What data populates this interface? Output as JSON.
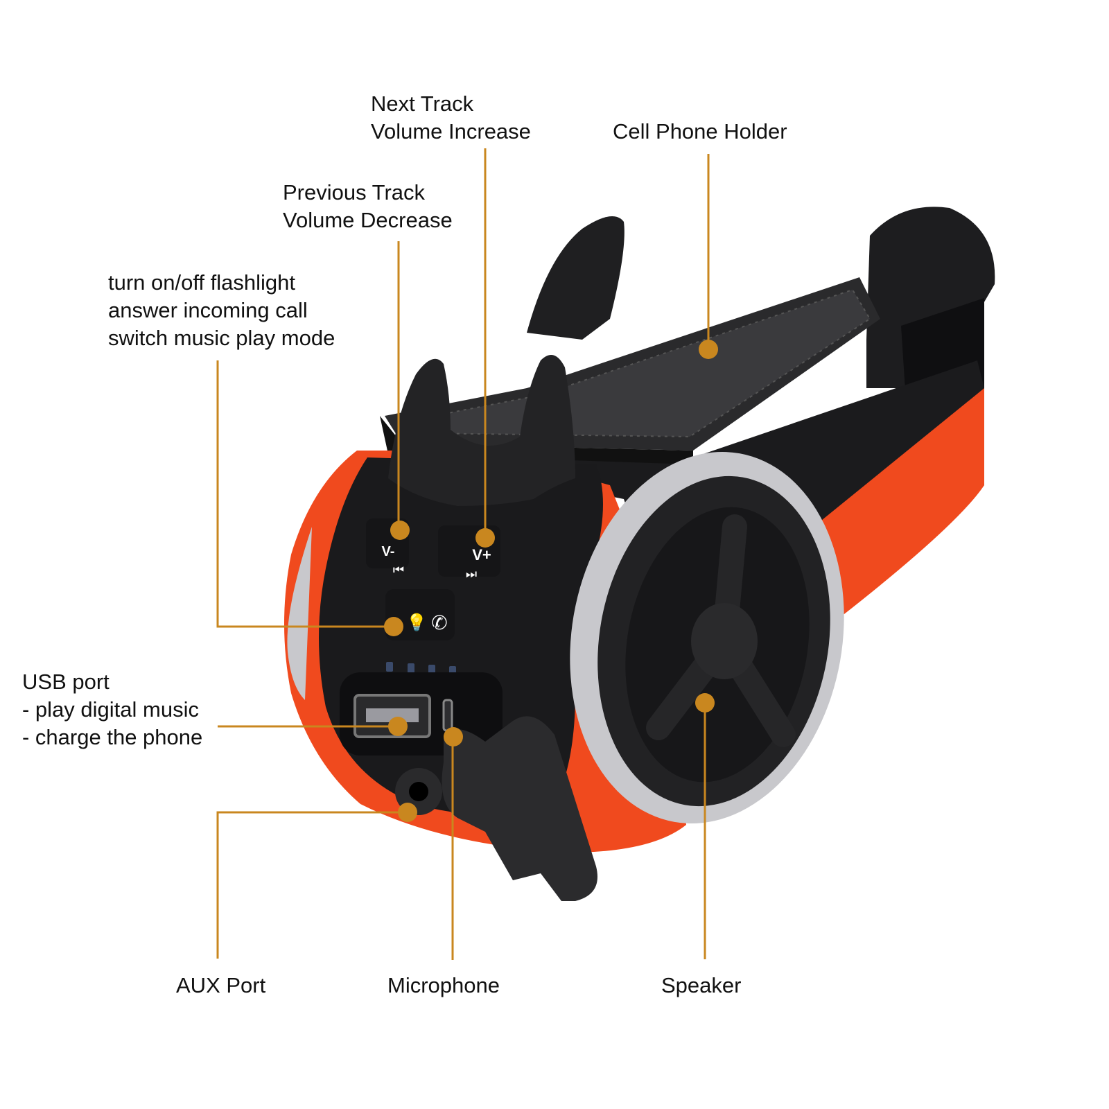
{
  "colors": {
    "leader": "#c9871f",
    "body_orange": "#f04a1e",
    "body_black": "#1b1b1d",
    "trim_silver": "#c8c8cc",
    "text": "#111111"
  },
  "labels": {
    "next_track": [
      "Next Track",
      "Volume Increase"
    ],
    "cell_phone_holder": [
      "Cell Phone Holder"
    ],
    "previous_track": [
      "Previous Track",
      "Volume Decrease"
    ],
    "flashlight": [
      "turn on/off flashlight",
      "answer incoming call",
      "switch music play mode"
    ],
    "usb_port": [
      "USB port",
      "- play digital music",
      "- charge the phone"
    ],
    "aux_port": [
      "AUX Port"
    ],
    "microphone": [
      "Microphone"
    ],
    "speaker": [
      "Speaker"
    ]
  },
  "buttons": {
    "volume_down": [
      "V-",
      "⏮"
    ],
    "volume_up": [
      "V+",
      "⏭"
    ],
    "multifunction_icons": [
      "💡",
      "✆"
    ]
  },
  "icons": [
    "bulb-icon",
    "phone-icon",
    "previous-track-icon",
    "next-track-icon"
  ]
}
